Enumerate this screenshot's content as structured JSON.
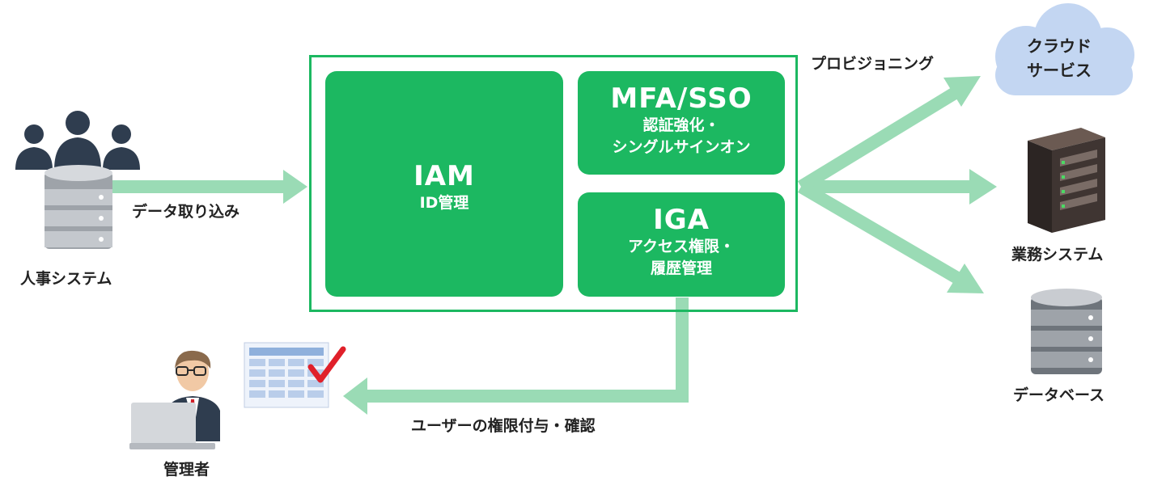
{
  "sources": {
    "hr_system": "人事システム",
    "data_import": "データ取り込み"
  },
  "core": {
    "iam": {
      "title": "IAM",
      "subtitle": "ID管理"
    },
    "mfa": {
      "title": "MFA/SSO",
      "line1": "認証強化・",
      "line2": "シングルサインオン"
    },
    "iga": {
      "title": "IGA",
      "line1": "アクセス権限・",
      "line2": "履歴管理"
    }
  },
  "targets": {
    "provisioning": "プロビジョニング",
    "cloud_line1": "クラウド",
    "cloud_line2": "サービス",
    "business_system": "業務システム",
    "database": "データベース"
  },
  "admin": {
    "permission_review": "ユーザーの権限付与・確認",
    "administrator": "管理者"
  },
  "colors": {
    "brand_green": "#1cb861",
    "arrow_green": "#9adbb5",
    "cloud": "#c3d6f2"
  }
}
